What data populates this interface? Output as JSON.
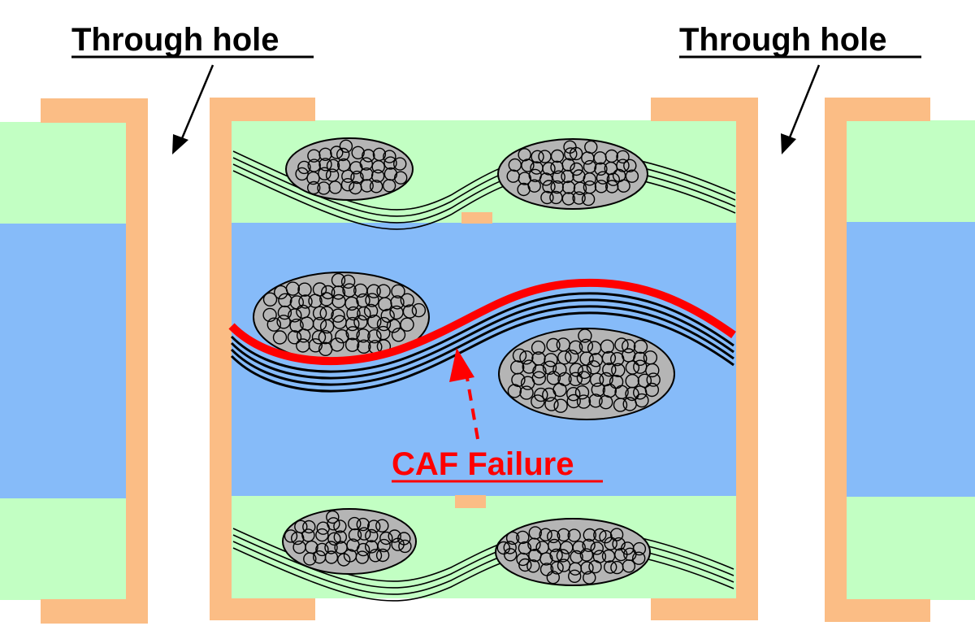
{
  "labels": {
    "through_hole_left": "Through hole",
    "through_hole_right": "Through hole",
    "failure": "CAF Failure"
  },
  "colors": {
    "copper": "#fbbd85",
    "laminate_green": "#c2ffc3",
    "laminate_blue": "#86bbf9",
    "fiber_bundle": "#b5b5b5",
    "failure_red": "#ff0000",
    "ink": "#000000"
  }
}
